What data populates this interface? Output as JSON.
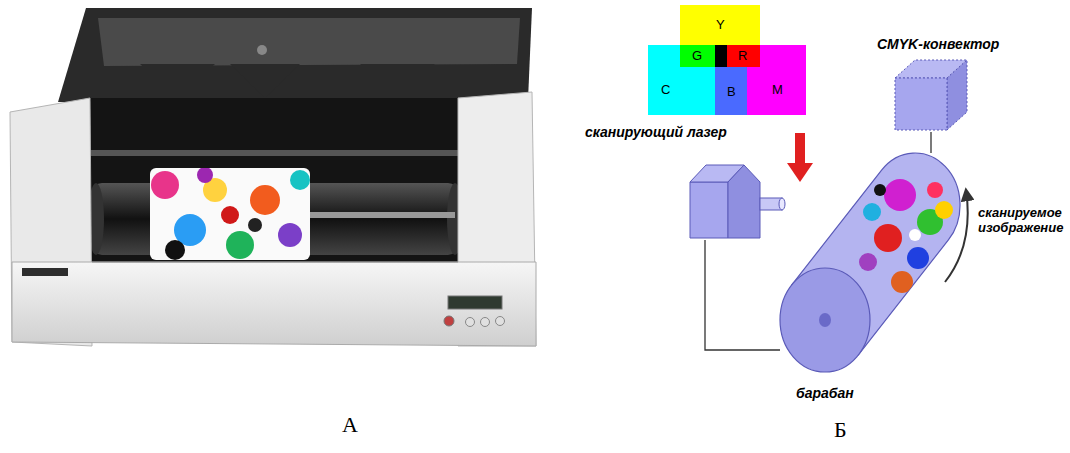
{
  "diagram": {
    "nodes": [
      {
        "text": [
          "CMYK-конвектор"
        ]
      },
      {
        "text": [
          "сканирующий лазер"
        ]
      },
      {
        "text": [
          "барабан"
        ]
      }
    ],
    "edges": [
      {
        "from": 1,
        "to": 2,
        "arrow": "none"
      },
      {
        "from": 0,
        "to": 2,
        "arrow": "none"
      }
    ],
    "labels": [
      "Y",
      "G",
      "R",
      "C",
      "B",
      "M",
      "сканируемое изображение",
      "А",
      "Б"
    ]
  }
}
